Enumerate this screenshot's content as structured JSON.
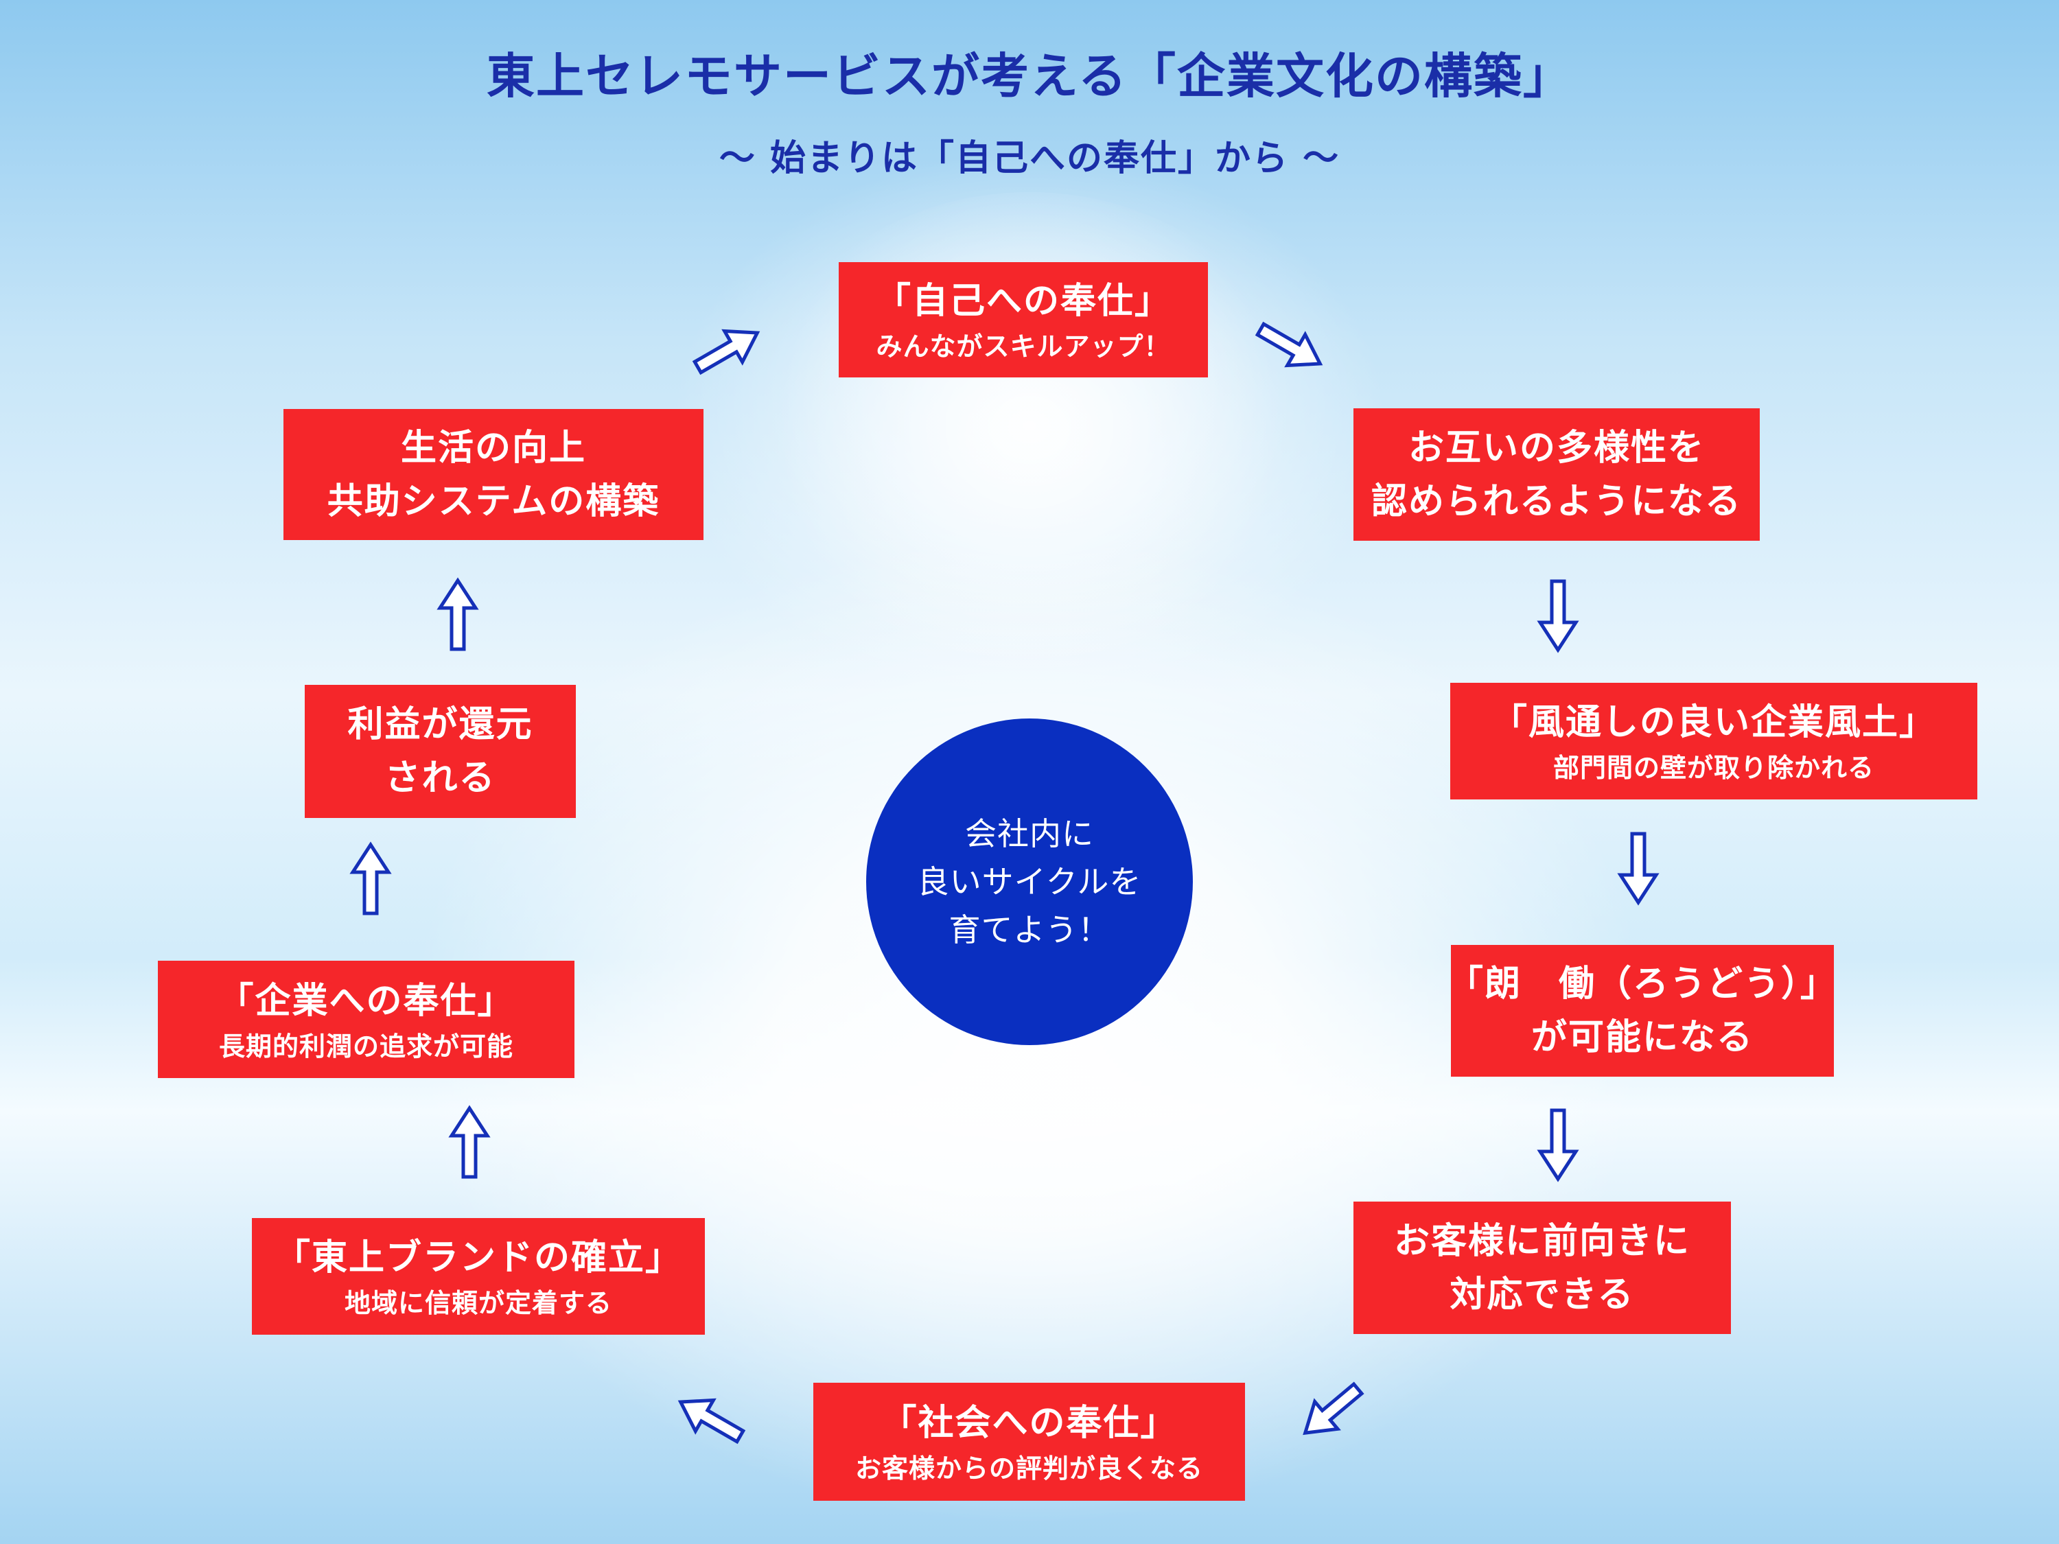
{
  "title": "東上セレモサービスが考える「企業文化の構築」",
  "subtitle": "～ 始まりは「自己への奉仕」から ～",
  "center": {
    "line1": "会社内に",
    "line2": "良いサイクルを",
    "line3": "育てよう！"
  },
  "boxes": {
    "self_service": {
      "line1": "「自己への奉仕」",
      "line2": "みんながスキルアップ！"
    },
    "diversity": {
      "line1": "お互いの多様性を",
      "line2": "認められるようになる"
    },
    "culture": {
      "line1": "「風通しの良い企業風土」",
      "line2": "部門間の壁が取り除かれる"
    },
    "work": {
      "line1": "「朗　働（ろうどう）」",
      "line2": "が可能になる"
    },
    "customer": {
      "line1": "お客様に前向きに",
      "line2": "対応できる"
    },
    "society": {
      "line1": "「社会への奉仕」",
      "line2": "お客様からの評判が良くなる"
    },
    "brand": {
      "line1": "「東上ブランドの確立」",
      "line2": "地域に信頼が定着する"
    },
    "company": {
      "line1": "「企業への奉仕」",
      "line2": "長期的利潤の追求が可能"
    },
    "profit": {
      "line1": "利益が還元",
      "line2": "される"
    },
    "life": {
      "line1": "生活の向上",
      "line2": "共助システムの構築"
    }
  },
  "colors": {
    "box_fill": "#f5262a",
    "text_blue": "#1a2ea8",
    "circle_fill": "#0a2fc0",
    "arrow_stroke": "#1530b8"
  }
}
